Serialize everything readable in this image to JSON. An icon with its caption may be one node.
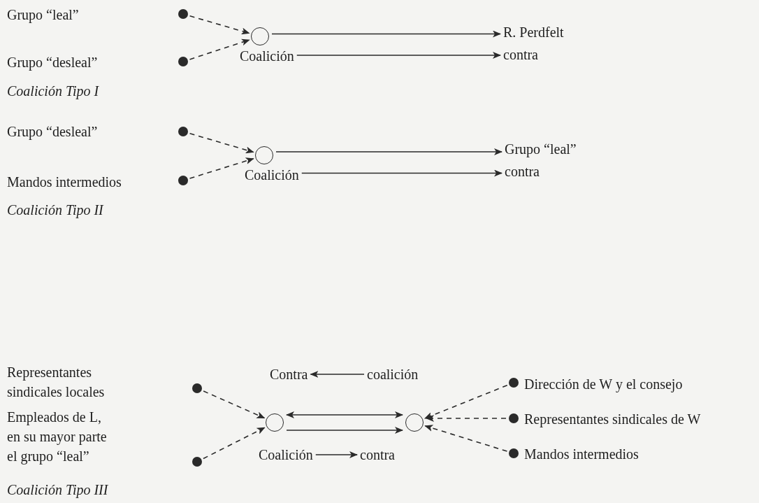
{
  "diagram": {
    "nodes": [
      {
        "text": [],
        "shape": "dot"
      },
      {
        "text": [],
        "shape": "dot"
      },
      {
        "text": [],
        "shape": "circle"
      },
      {
        "text": [
          "Coalición"
        ]
      },
      {
        "text": [
          "R. Perdfelt"
        ]
      },
      {
        "text": [
          "contra"
        ]
      },
      {
        "text": [],
        "shape": "dot"
      },
      {
        "text": [],
        "shape": "dot"
      },
      {
        "text": [],
        "shape": "circle"
      },
      {
        "text": [
          "Coalición"
        ]
      },
      {
        "text": [
          "Grupo “leal”"
        ]
      },
      {
        "text": [
          "contra"
        ]
      },
      {
        "text": [],
        "shape": "dot"
      },
      {
        "text": [],
        "shape": "dot"
      },
      {
        "text": [],
        "shape": "circle"
      },
      {
        "text": [],
        "shape": "circle"
      },
      {
        "text": [],
        "shape": "dot",
        "beside": [
          "Dirección de W y el consejo"
        ]
      },
      {
        "text": [],
        "shape": "dot",
        "beside": [
          "Representantes sindicales de W"
        ]
      },
      {
        "text": [],
        "shape": "dot",
        "beside": [
          "Mandos intermedios"
        ]
      },
      {
        "text": [
          "Contra"
        ]
      },
      {
        "text": [
          "coalición"
        ]
      },
      {
        "text": [
          "Coalición"
        ]
      },
      {
        "text": [
          "contra"
        ]
      }
    ],
    "edges": [
      {
        "from": 0,
        "to": 2,
        "arrow": "to",
        "style": "dashed"
      },
      {
        "from": 1,
        "to": 2,
        "arrow": "to",
        "style": "dashed"
      },
      {
        "from": 2,
        "to": 4,
        "arrow": "to"
      },
      {
        "from": 3,
        "to": 5,
        "arrow": "to"
      },
      {
        "from": 6,
        "to": 8,
        "arrow": "to",
        "style": "dashed"
      },
      {
        "from": 7,
        "to": 8,
        "arrow": "to",
        "style": "dashed"
      },
      {
        "from": 8,
        "to": 10,
        "arrow": "to"
      },
      {
        "from": 9,
        "to": 11,
        "arrow": "to"
      },
      {
        "from": 12,
        "to": 14,
        "arrow": "to",
        "style": "dashed"
      },
      {
        "from": 13,
        "to": 14,
        "arrow": "to",
        "style": "dashed"
      },
      {
        "from": 14,
        "to": 15,
        "arrow": "both"
      },
      {
        "from": 14,
        "to": 15,
        "arrow": "to"
      },
      {
        "from": 16,
        "to": 15,
        "arrow": "to",
        "style": "dashed"
      },
      {
        "from": 17,
        "to": 15,
        "arrow": "to",
        "style": "dashed"
      },
      {
        "from": 18,
        "to": 15,
        "arrow": "to",
        "style": "dashed"
      },
      {
        "from": 20,
        "to": 19,
        "arrow": "to"
      },
      {
        "from": 21,
        "to": 22,
        "arrow": "to"
      }
    ],
    "labels": [
      "Grupo “leal”",
      "Grupo “desleal”",
      "Coalición Tipo I",
      "Grupo “desleal”",
      "Mandos intermedios",
      "Coalición Tipo II",
      "Representantes sindicales locales",
      "Empleados de L, en su mayor parte el grupo “leal”",
      "Coalición Tipo III"
    ]
  }
}
